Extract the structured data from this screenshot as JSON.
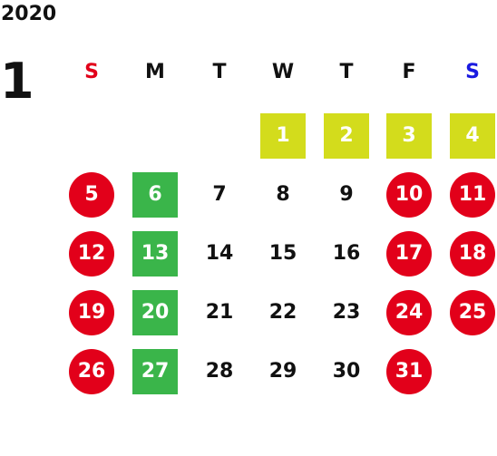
{
  "year": "2020",
  "month": "1",
  "colors": {
    "sunday": "#e2001a",
    "saturday": "#1a1ae0",
    "weekday": "#111111",
    "holiday_circle": "#e2001a",
    "monday_square": "#3ab54a",
    "new_year_square": "#d3dc1c"
  },
  "weekdays": [
    "S",
    "M",
    "T",
    "W",
    "T",
    "F",
    "S"
  ],
  "days": [
    {
      "label": "1",
      "row": 0,
      "col": 3,
      "style": "new-year"
    },
    {
      "label": "2",
      "row": 0,
      "col": 4,
      "style": "new-year"
    },
    {
      "label": "3",
      "row": 0,
      "col": 5,
      "style": "new-year"
    },
    {
      "label": "4",
      "row": 0,
      "col": 6,
      "style": "new-year"
    },
    {
      "label": "5",
      "row": 1,
      "col": 0,
      "style": "holiday"
    },
    {
      "label": "6",
      "row": 1,
      "col": 1,
      "style": "monday"
    },
    {
      "label": "7",
      "row": 1,
      "col": 2,
      "style": "plain"
    },
    {
      "label": "8",
      "row": 1,
      "col": 3,
      "style": "plain"
    },
    {
      "label": "9",
      "row": 1,
      "col": 4,
      "style": "plain"
    },
    {
      "label": "10",
      "row": 1,
      "col": 5,
      "style": "holiday"
    },
    {
      "label": "11",
      "row": 1,
      "col": 6,
      "style": "holiday"
    },
    {
      "label": "12",
      "row": 2,
      "col": 0,
      "style": "holiday"
    },
    {
      "label": "13",
      "row": 2,
      "col": 1,
      "style": "monday"
    },
    {
      "label": "14",
      "row": 2,
      "col": 2,
      "style": "plain"
    },
    {
      "label": "15",
      "row": 2,
      "col": 3,
      "style": "plain"
    },
    {
      "label": "16",
      "row": 2,
      "col": 4,
      "style": "plain"
    },
    {
      "label": "17",
      "row": 2,
      "col": 5,
      "style": "holiday"
    },
    {
      "label": "18",
      "row": 2,
      "col": 6,
      "style": "holiday"
    },
    {
      "label": "19",
      "row": 3,
      "col": 0,
      "style": "holiday"
    },
    {
      "label": "20",
      "row": 3,
      "col": 1,
      "style": "monday"
    },
    {
      "label": "21",
      "row": 3,
      "col": 2,
      "style": "plain"
    },
    {
      "label": "22",
      "row": 3,
      "col": 3,
      "style": "plain"
    },
    {
      "label": "23",
      "row": 3,
      "col": 4,
      "style": "plain"
    },
    {
      "label": "24",
      "row": 3,
      "col": 5,
      "style": "holiday"
    },
    {
      "label": "25",
      "row": 3,
      "col": 6,
      "style": "holiday"
    },
    {
      "label": "26",
      "row": 4,
      "col": 0,
      "style": "holiday"
    },
    {
      "label": "27",
      "row": 4,
      "col": 1,
      "style": "monday"
    },
    {
      "label": "28",
      "row": 4,
      "col": 2,
      "style": "plain"
    },
    {
      "label": "29",
      "row": 4,
      "col": 3,
      "style": "plain"
    },
    {
      "label": "30",
      "row": 4,
      "col": 4,
      "style": "plain"
    },
    {
      "label": "31",
      "row": 4,
      "col": 5,
      "style": "holiday"
    }
  ]
}
